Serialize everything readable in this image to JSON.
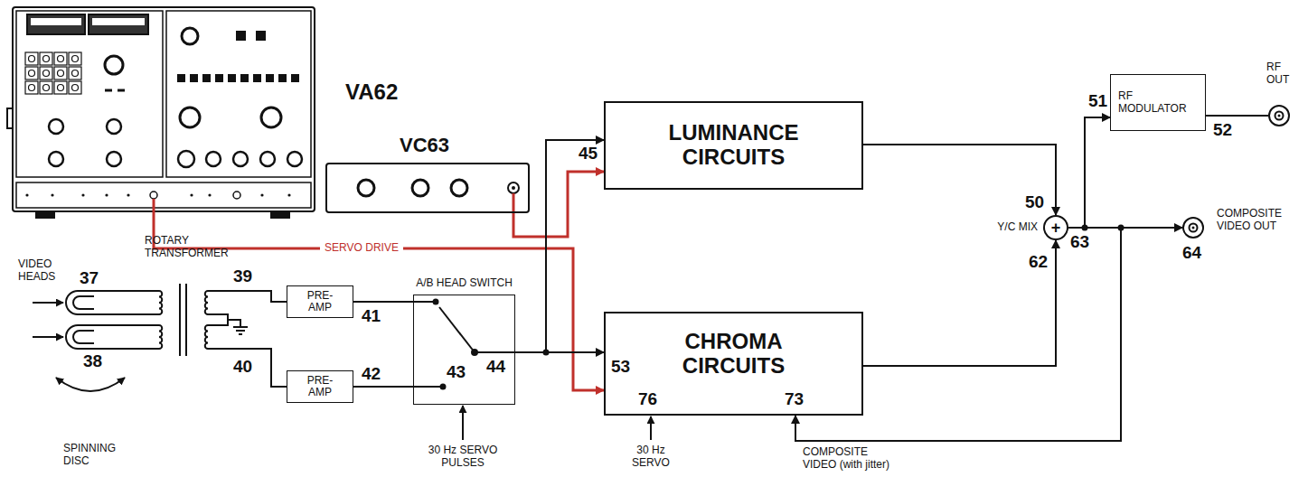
{
  "diagram": {
    "nodes": [
      {
        "text": [
          "VA62"
        ]
      },
      {
        "text": [
          "VC63"
        ]
      },
      {
        "text": [
          "PRE-AMP"
        ]
      },
      {
        "text": [
          "PRE-AMP"
        ]
      },
      {
        "text": [
          "A/B HEAD SWITCH"
        ]
      },
      {
        "text": [
          "LUMINANCE CIRCUITS"
        ]
      },
      {
        "text": [
          "CHROMA CIRCUITS"
        ]
      },
      {
        "text": [
          "Y/C MIX",
          "+"
        ]
      },
      {
        "text": [
          "RF MODULATOR"
        ]
      },
      {
        "text": [
          "RF OUT"
        ]
      },
      {
        "text": [
          "COMPOSITE VIDEO OUT"
        ]
      }
    ],
    "edges": [
      {
        "from": 0,
        "to": 6,
        "arrow": "to",
        "label": "SERVO DRIVE"
      },
      {
        "from": 1,
        "to": 5,
        "arrow": "to"
      },
      {
        "from": 2,
        "to": 4,
        "arrow": "none"
      },
      {
        "from": 3,
        "to": 4,
        "arrow": "none"
      },
      {
        "from": 4,
        "to": 5,
        "arrow": "to"
      },
      {
        "from": 4,
        "to": 6,
        "arrow": "to"
      },
      {
        "from": 5,
        "to": 7,
        "arrow": "to"
      },
      {
        "from": 6,
        "to": 7,
        "arrow": "to"
      },
      {
        "from": 7,
        "to": 8,
        "arrow": "to"
      },
      {
        "from": 8,
        "to": 9,
        "arrow": "none"
      },
      {
        "from": 7,
        "to": 10,
        "arrow": "to"
      },
      {
        "from": 7,
        "to": 6,
        "arrow": "to",
        "label": "COMPOSITE VIDEO (with jitter)"
      }
    ],
    "labels": [
      "VIDEO HEADS",
      "37",
      "38",
      "SPINNING DISC",
      "ROTARY TRANSFORMER",
      "39",
      "40",
      "41",
      "42",
      "43",
      "44",
      "30 Hz SERVO PULSES",
      "45",
      "53",
      "76",
      "73",
      "30 Hz SERVO",
      "50",
      "62",
      "63",
      "51",
      "52",
      "64"
    ]
  }
}
